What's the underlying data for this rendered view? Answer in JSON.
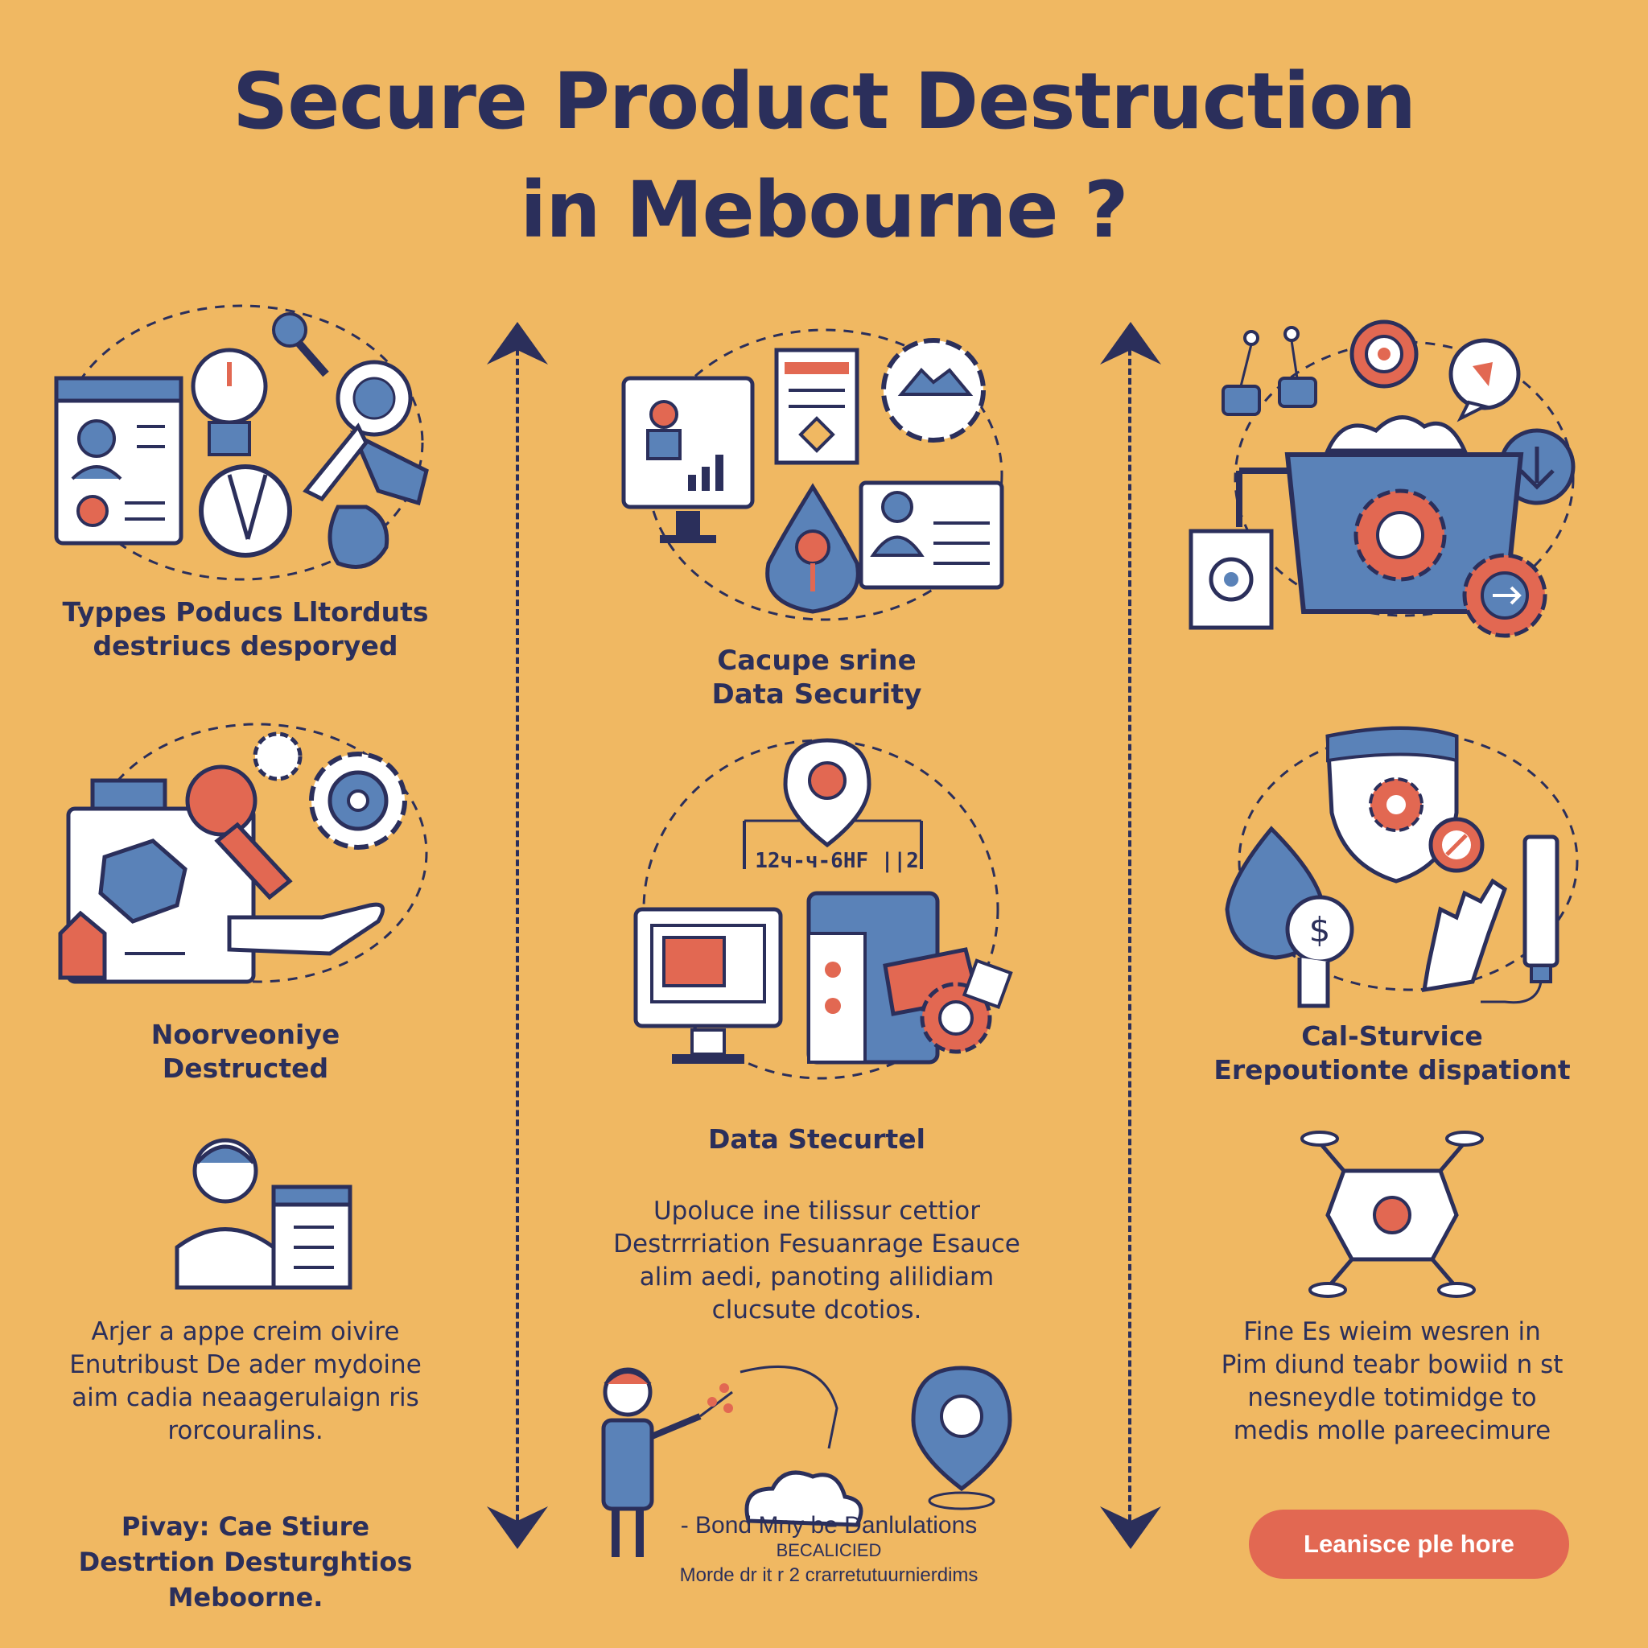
{
  "title": {
    "line1": "Secure Product Destruction",
    "line2": "in Mebourne ?"
  },
  "left_column": {
    "label1": [
      "Typpes Poducs Lltorduts",
      "destriucs desporyed"
    ],
    "label2": [
      "Noorveoniye",
      "Destructed"
    ],
    "paragraph": [
      "Arjer a appe creim oivire",
      "Enutribust De ader mydoine",
      "aim cadia neaagerulaign ris",
      "rorcouralins."
    ],
    "footer": [
      "Pivay: Cae Stiure",
      "Destrtion Desturghtios",
      "Meboorne."
    ]
  },
  "middle_column": {
    "label1": [
      "Cacupe srine",
      "Data Security"
    ],
    "chart_code": "12ч-ч-6HF ||2",
    "label2": "Data Stecurtel",
    "paragraph": [
      "Upoluce ine tilissur cettior",
      "Destrrriation Fesuanrage Esauce",
      "alim aedi, panoting alilidiam",
      "clucsute dcotios."
    ],
    "footer_line1": "- Bond Mny be Danlulations",
    "footer_line2": "BECALICIED",
    "footer_line3": "Morde dr it r 2 crarretutuurnierdims"
  },
  "right_column": {
    "label": [
      "Cal-Sturvice",
      "Erepoutionte dispationt"
    ],
    "paragraph": [
      "Fine Es wieim wesren in",
      "Pim diund teabr bowiid n st",
      "nesneydle totimidge to",
      "medis molle pareecimure"
    ],
    "cta": "Leanisce ple hore"
  },
  "colors": {
    "background": "#f0b862",
    "navy": "#2b2f5b",
    "blue": "#5a82b8",
    "coral": "#e26852",
    "white": "#ffffff"
  },
  "icons": [
    "browser-window-icon",
    "gauge-icon",
    "microphone-icon",
    "magnifier-icon",
    "robot-arm-icon",
    "monitor-chart-icon",
    "document-icon",
    "gear-icon",
    "id-card-icon",
    "drop-icon",
    "shredder-bin-icon",
    "target-icon",
    "map-pin-icon",
    "person-icon",
    "dollar-hand-icon",
    "shield-gear-icon",
    "drone-icon"
  ]
}
